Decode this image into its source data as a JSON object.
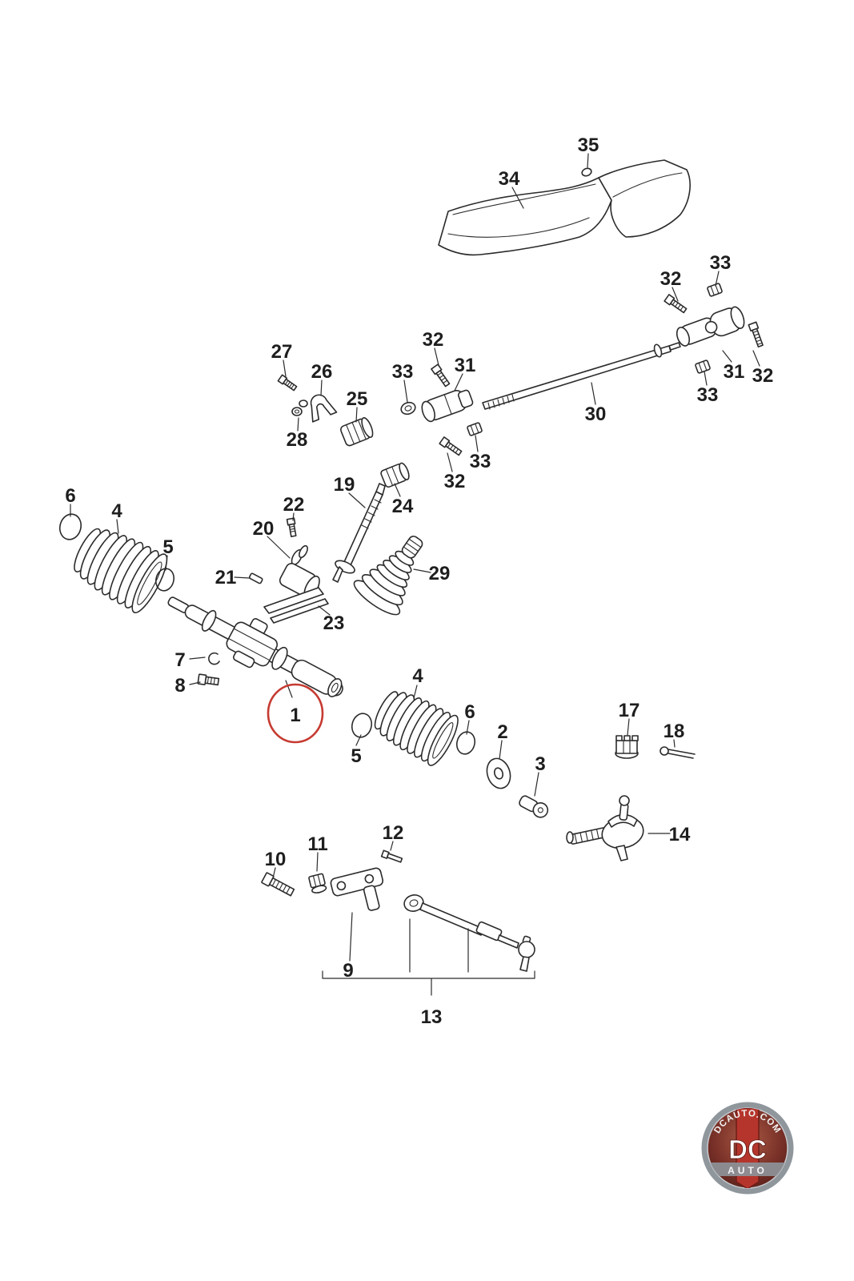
{
  "diagram": {
    "name": "steering-rack-exploded-parts-diagram",
    "highlight": {
      "callout": "1",
      "color": "#c63a31"
    },
    "callouts": [
      {
        "text": "35"
      },
      {
        "text": "34"
      },
      {
        "text": "32"
      },
      {
        "text": "33"
      },
      {
        "text": "31"
      },
      {
        "text": "32"
      },
      {
        "text": "33"
      },
      {
        "text": "30"
      },
      {
        "text": "32"
      },
      {
        "text": "31"
      },
      {
        "text": "33"
      },
      {
        "text": "33"
      },
      {
        "text": "32"
      },
      {
        "text": "27"
      },
      {
        "text": "26"
      },
      {
        "text": "25"
      },
      {
        "text": "28"
      },
      {
        "text": "24"
      },
      {
        "text": "19"
      },
      {
        "text": "22"
      },
      {
        "text": "20"
      },
      {
        "text": "21"
      },
      {
        "text": "23"
      },
      {
        "text": "29"
      },
      {
        "text": "6"
      },
      {
        "text": "4"
      },
      {
        "text": "5"
      },
      {
        "text": "7"
      },
      {
        "text": "8"
      },
      {
        "text": "1"
      },
      {
        "text": "5"
      },
      {
        "text": "4"
      },
      {
        "text": "6"
      },
      {
        "text": "2"
      },
      {
        "text": "3"
      },
      {
        "text": "17"
      },
      {
        "text": "18"
      },
      {
        "text": "14"
      },
      {
        "text": "10"
      },
      {
        "text": "11"
      },
      {
        "text": "12"
      },
      {
        "text": "9"
      },
      {
        "text": "13"
      }
    ]
  },
  "watermark": {
    "site": "DCAUTO.COM",
    "brand": "DC",
    "sub": "AUTO"
  }
}
